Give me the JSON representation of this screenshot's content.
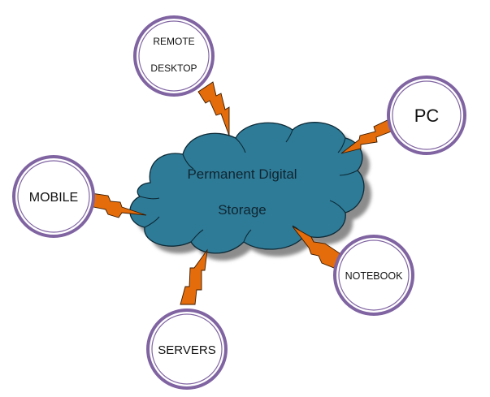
{
  "diagram": {
    "center": {
      "lines": [
        "Permanent Digital",
        "Storage"
      ],
      "fill_color": "#2e7b98",
      "shadow_color": "#8c8c8c",
      "outline_color": "#0d2a36"
    },
    "nodes": [
      {
        "id": "remote-desktop",
        "lines": [
          "REMOTE",
          "DESKTOP"
        ]
      },
      {
        "id": "pc",
        "lines": [
          "PC"
        ]
      },
      {
        "id": "mobile",
        "lines": [
          "MOBILE"
        ]
      },
      {
        "id": "notebook",
        "lines": [
          "NOTEBOOK"
        ]
      },
      {
        "id": "servers",
        "lines": [
          "SERVERS"
        ]
      }
    ],
    "node_border_color": "#8064a2",
    "connector_color": "#e46c0a"
  }
}
